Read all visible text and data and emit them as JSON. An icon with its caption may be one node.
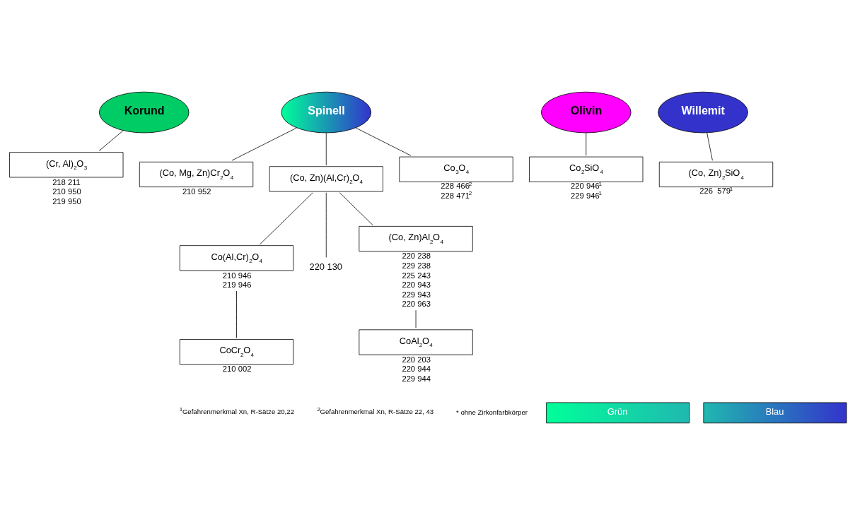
{
  "diagram": {
    "nodes": [
      {
        "text": [
          "Korund"
        ]
      },
      {
        "text": [
          "Spinell"
        ]
      },
      {
        "text": [
          "Olivin"
        ]
      },
      {
        "text": [
          "Willemit"
        ]
      },
      {
        "text": [
          "(Cr, Al)$_{2}$O$_{3}$"
        ],
        "beside": [
          "218 211",
          "210 950",
          "219 950"
        ]
      },
      {
        "text": [
          "Co$_{2}$SiO$_{4}$"
        ],
        "beside": [
          "220 946$^{1}$",
          "229 946$^{1}$"
        ]
      },
      {
        "text": [
          "(Co, Zn)$_{2}$SiO$_{4}$"
        ],
        "beside": [
          "226  579$^{1}$"
        ]
      },
      {
        "text": [
          "(Co, Mg, Zn)Cr$_{2}$O$_{4}$"
        ],
        "beside": [
          "210 952"
        ]
      },
      {
        "text": [
          "(Co, Zn)(Al,Cr)$_{2}$O$_{4}$"
        ]
      },
      {
        "text": [
          "Co$_{3}$O$_{4}$"
        ],
        "beside": [
          "228 466$^{2}$",
          "228 471$^{2}$"
        ]
      },
      {
        "text": [
          "Co(Al,Cr)$_{2}$O$_{4}$"
        ],
        "beside": [
          "210 946",
          "219 946"
        ]
      },
      {
        "text": [
          "(Co, Zn)Al$_{2}$O$_{4}$"
        ],
        "beside": [
          "220 238",
          "229 238",
          "225 243",
          "220 943",
          "229 943",
          "220 963"
        ]
      },
      {
        "text": [
          "CoCr$_{2}$O$_{4}$"
        ],
        "beside": [
          "210 002"
        ]
      },
      {
        "text": [
          "CoAl$_{2}$O$_{4}$"
        ],
        "beside": [
          "220 203",
          "220 944",
          "229 944"
        ]
      },
      {
        "text": [
          "220 130"
        ]
      }
    ],
    "edges": [
      {
        "from": 0,
        "to": 4,
        "arrow": "none"
      },
      {
        "from": 2,
        "to": 5,
        "arrow": "none"
      },
      {
        "from": 3,
        "to": 6,
        "arrow": "none"
      },
      {
        "from": 1,
        "to": 7,
        "arrow": "none"
      },
      {
        "from": 1,
        "to": 8,
        "arrow": "none"
      },
      {
        "from": 1,
        "to": 9,
        "arrow": "none"
      },
      {
        "from": 8,
        "to": 10,
        "arrow": "none"
      },
      {
        "from": 8,
        "to": 14,
        "arrow": "none"
      },
      {
        "from": 8,
        "to": 11,
        "arrow": "none"
      },
      {
        "from": 10,
        "to": 12,
        "arrow": "none"
      },
      {
        "from": 11,
        "to": 13,
        "arrow": "none"
      }
    ],
    "labels": [
      "$^{1}$Gefahrenmerkmal Xn, R-Sätze 20,22",
      "$^{2}$Gefahrenmerkmal Xn, R-Sätze 22, 43",
      "* ohne Zirkonfarbkörper",
      "Grün",
      "Blau"
    ]
  }
}
